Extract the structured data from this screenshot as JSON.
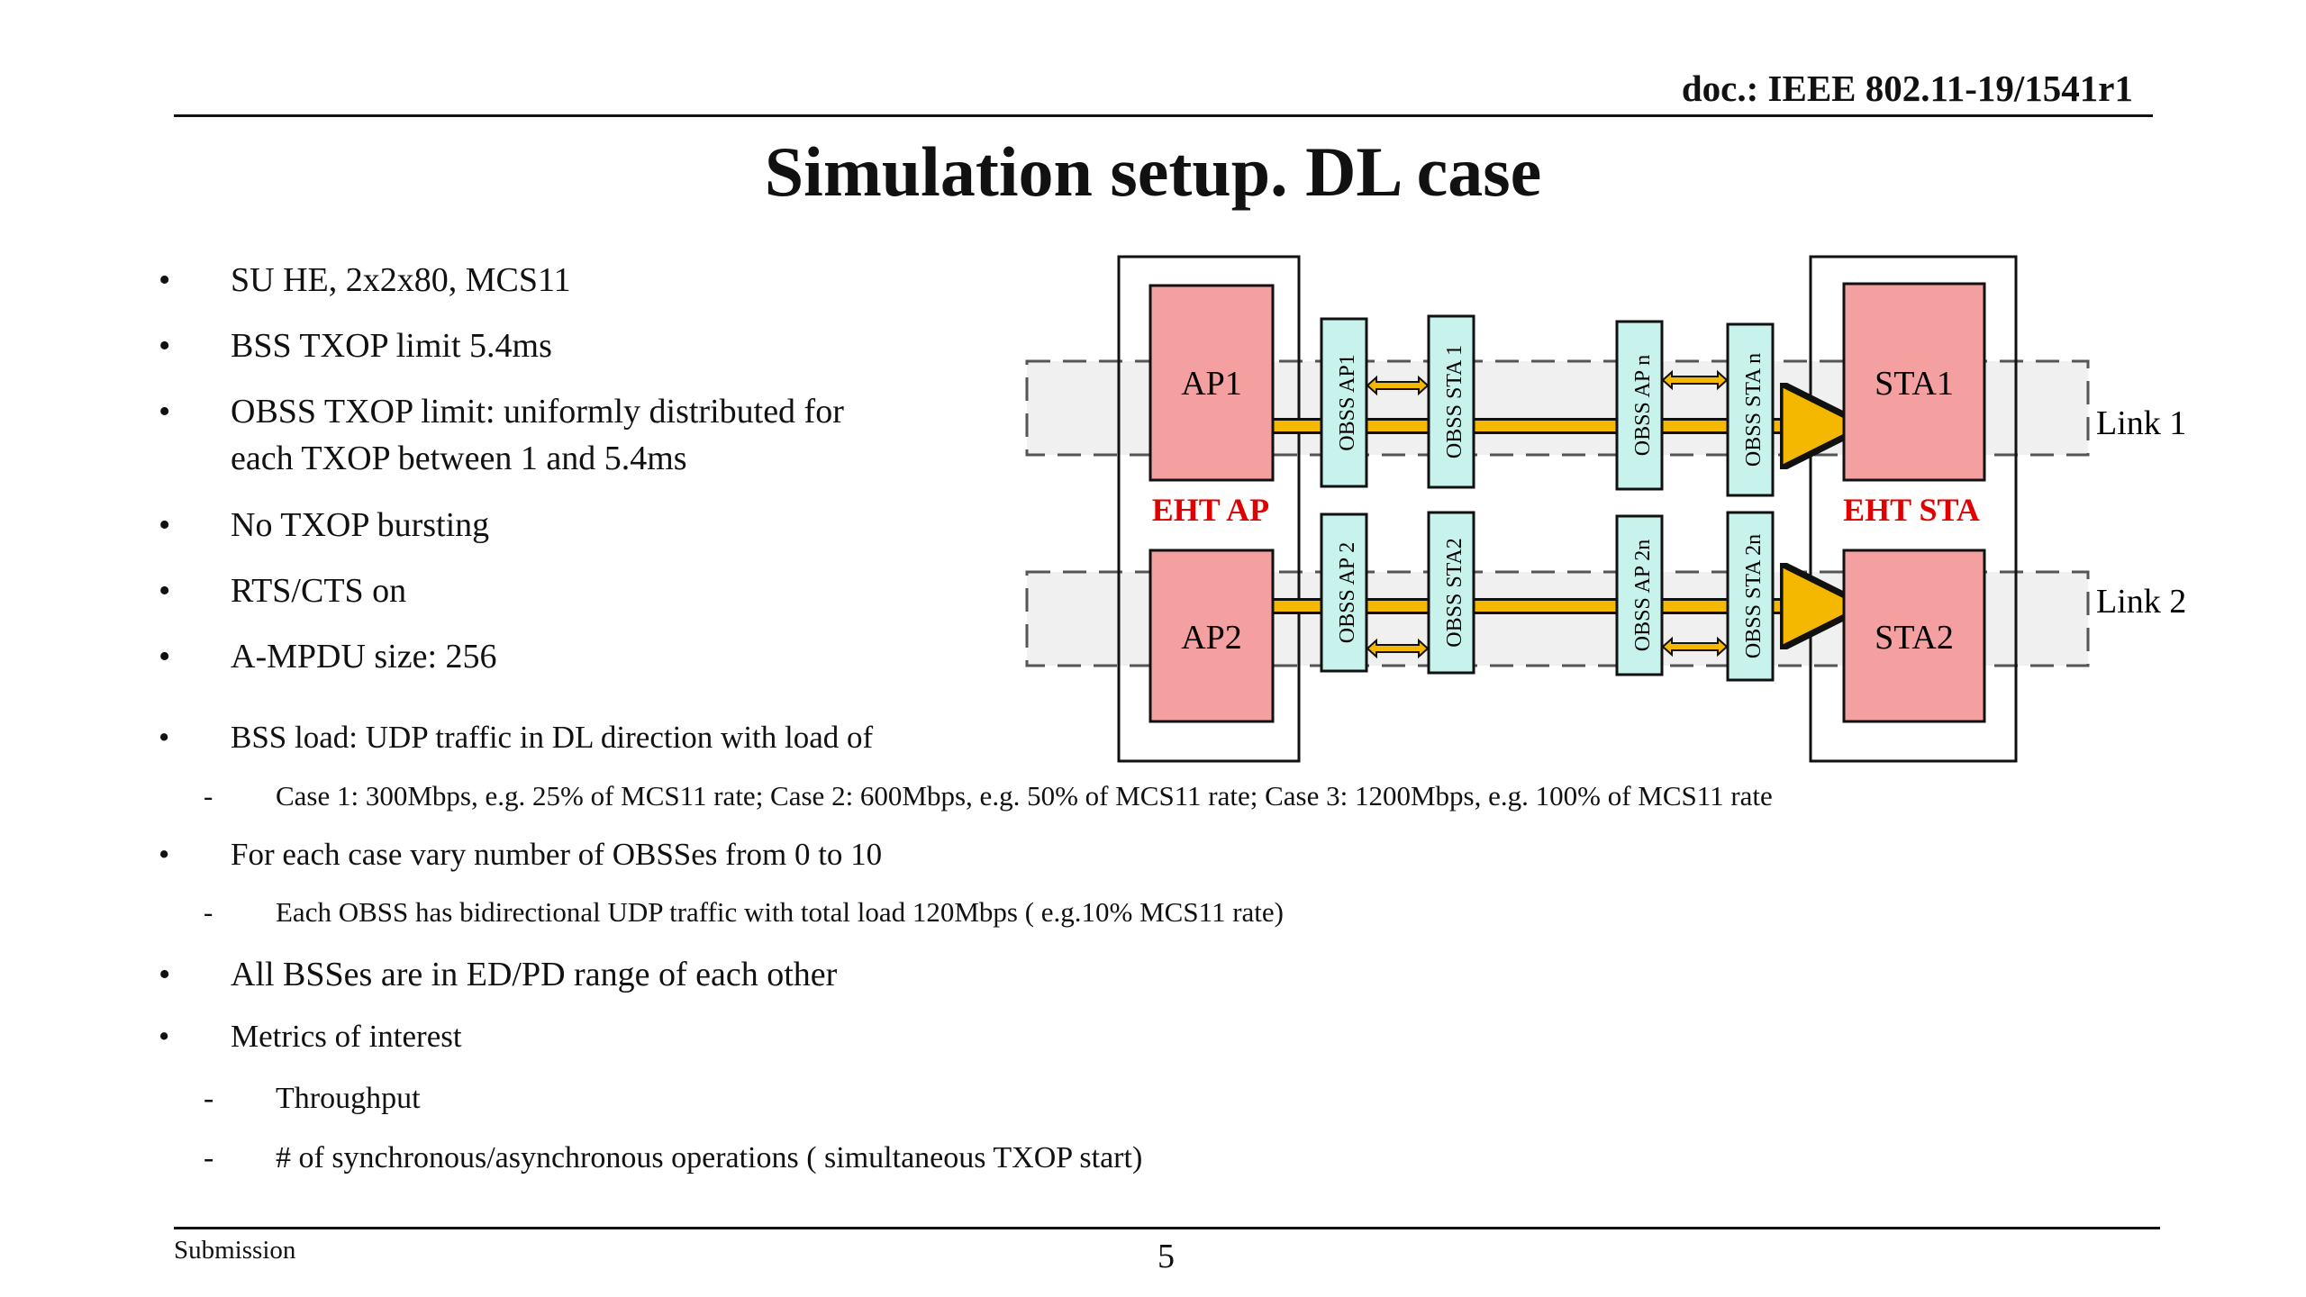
{
  "header": {
    "doc_id": "doc.: IEEE 802.11-19/1541r1"
  },
  "title": "Simulation setup. DL case",
  "bullets": [
    {
      "marker": "•",
      "text": "SU HE, 2x2x80, MCS11"
    },
    {
      "marker": "•",
      "text": "BSS TXOP limit 5.4ms"
    },
    {
      "marker": "•",
      "text": "OBSS TXOP limit: uniformly distributed for"
    },
    {
      "marker": "",
      "text": "each TXOP between 1 and 5.4ms"
    },
    {
      "marker": "•",
      "text": "No TXOP bursting"
    },
    {
      "marker": "•",
      "text": "RTS/CTS on"
    },
    {
      "marker": "•",
      "text": "A-MPDU size: 256"
    },
    {
      "marker": "•",
      "text": "BSS load: UDP traffic in DL direction with load of"
    },
    {
      "marker": "-",
      "text": "Case 1: 300Mbps, e.g. 25% of MCS11 rate; Case 2: 600Mbps, e.g. 50% of MCS11 rate; Case 3: 1200Mbps, e.g. 100% of MCS11 rate"
    },
    {
      "marker": "•",
      "text": "For each case vary number of OBSSes from  0 to 10"
    },
    {
      "marker": "-",
      "text": "Each OBSS has bidirectional UDP traffic with total load 120Mbps ( e.g.10% MCS11 rate)"
    },
    {
      "marker": "•",
      "text": "All BSSes are in ED/PD range of each other"
    },
    {
      "marker": "•",
      "text": "Metrics of interest"
    },
    {
      "marker": "-",
      "text": "Throughput"
    },
    {
      "marker": "-",
      "text": "# of synchronous/asynchronous  operations  ( simultaneous TXOP start)"
    }
  ],
  "diagram": {
    "ap1": "AP1",
    "ap2": "AP2",
    "sta1": "STA1",
    "sta2": "STA2",
    "eht_ap": "EHT AP",
    "eht_sta": "EHT STA",
    "link1": "Link 1",
    "link2": "Link 2",
    "obss_top": [
      "OBSS AP1",
      "OBSS STA 1",
      "OBSS AP n",
      "OBSS STA n"
    ],
    "obss_bottom": [
      "OBSS AP 2",
      "OBSS STA2",
      "OBSS AP 2n",
      "OBSS STA 2n"
    ]
  },
  "footer": {
    "submission": "Submission",
    "page_number": "5"
  },
  "colors": {
    "device_fill": "#f4a0a0",
    "obss_fill": "#c8f2ec",
    "arrow_fill": "#f5b800",
    "eht_label": "#e00000",
    "link_band": "#f0f0f0"
  }
}
